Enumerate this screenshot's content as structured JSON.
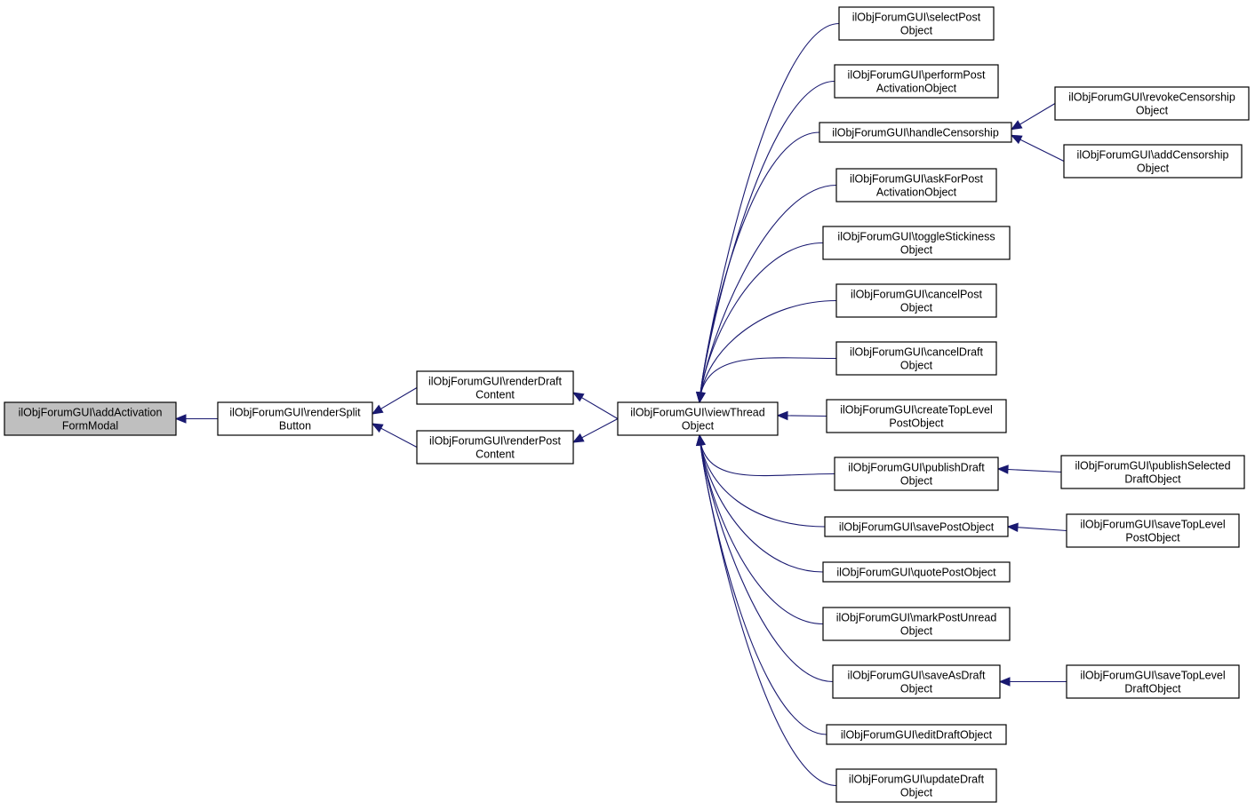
{
  "colors": {
    "edge": "#191970",
    "node_border": "#000000",
    "root_fill": "#bfbfbf",
    "node_fill": "#ffffff"
  },
  "nodes": [
    {
      "id": "addActivationFormModal",
      "lines": [
        "ilObjForumGUI\\addActivation",
        "FormModal"
      ],
      "root": true
    },
    {
      "id": "renderSplitButton",
      "lines": [
        "ilObjForumGUI\\renderSplit",
        "Button"
      ]
    },
    {
      "id": "renderDraftContent",
      "lines": [
        "ilObjForumGUI\\renderDraft",
        "Content"
      ]
    },
    {
      "id": "renderPostContent",
      "lines": [
        "ilObjForumGUI\\renderPost",
        "Content"
      ]
    },
    {
      "id": "viewThreadObject",
      "lines": [
        "ilObjForumGUI\\viewThread",
        "Object"
      ]
    },
    {
      "id": "selectPostObject",
      "lines": [
        "ilObjForumGUI\\selectPost",
        "Object"
      ]
    },
    {
      "id": "performPostActivationObject",
      "lines": [
        "ilObjForumGUI\\performPost",
        "ActivationObject"
      ]
    },
    {
      "id": "handleCensorship",
      "lines": [
        "ilObjForumGUI\\handleCensorship"
      ]
    },
    {
      "id": "askForPostActivationObject",
      "lines": [
        "ilObjForumGUI\\askForPost",
        "ActivationObject"
      ]
    },
    {
      "id": "toggleStickinessObject",
      "lines": [
        "ilObjForumGUI\\toggleStickiness",
        "Object"
      ]
    },
    {
      "id": "cancelPostObject",
      "lines": [
        "ilObjForumGUI\\cancelPost",
        "Object"
      ]
    },
    {
      "id": "cancelDraftObject",
      "lines": [
        "ilObjForumGUI\\cancelDraft",
        "Object"
      ]
    },
    {
      "id": "createTopLevelPostObject",
      "lines": [
        "ilObjForumGUI\\createTopLevel",
        "PostObject"
      ]
    },
    {
      "id": "publishDraftObject",
      "lines": [
        "ilObjForumGUI\\publishDraft",
        "Object"
      ]
    },
    {
      "id": "savePostObject",
      "lines": [
        "ilObjForumGUI\\savePostObject"
      ]
    },
    {
      "id": "quotePostObject",
      "lines": [
        "ilObjForumGUI\\quotePostObject"
      ]
    },
    {
      "id": "markPostUnreadObject",
      "lines": [
        "ilObjForumGUI\\markPostUnread",
        "Object"
      ]
    },
    {
      "id": "saveAsDraftObject",
      "lines": [
        "ilObjForumGUI\\saveAsDraft",
        "Object"
      ]
    },
    {
      "id": "editDraftObject",
      "lines": [
        "ilObjForumGUI\\editDraftObject"
      ]
    },
    {
      "id": "updateDraftObject",
      "lines": [
        "ilObjForumGUI\\updateDraft",
        "Object"
      ]
    },
    {
      "id": "revokeCensorshipObject",
      "lines": [
        "ilObjForumGUI\\revokeCensorship",
        "Object"
      ]
    },
    {
      "id": "addCensorshipObject",
      "lines": [
        "ilObjForumGUI\\addCensorship",
        "Object"
      ]
    },
    {
      "id": "publishSelectedDraftObject",
      "lines": [
        "ilObjForumGUI\\publishSelected",
        "DraftObject"
      ]
    },
    {
      "id": "saveTopLevelPostObject",
      "lines": [
        "ilObjForumGUI\\saveTopLevel",
        "PostObject"
      ]
    },
    {
      "id": "saveTopLevelDraftObject",
      "lines": [
        "ilObjForumGUI\\saveTopLevel",
        "DraftObject"
      ]
    }
  ],
  "edges": [
    {
      "from": "renderSplitButton",
      "to": "addActivationFormModal"
    },
    {
      "from": "renderDraftContent",
      "to": "renderSplitButton"
    },
    {
      "from": "renderPostContent",
      "to": "renderSplitButton"
    },
    {
      "from": "viewThreadObject",
      "to": "renderDraftContent"
    },
    {
      "from": "viewThreadObject",
      "to": "renderPostContent"
    },
    {
      "from": "selectPostObject",
      "to": "viewThreadObject"
    },
    {
      "from": "performPostActivationObject",
      "to": "viewThreadObject"
    },
    {
      "from": "handleCensorship",
      "to": "viewThreadObject"
    },
    {
      "from": "askForPostActivationObject",
      "to": "viewThreadObject"
    },
    {
      "from": "toggleStickinessObject",
      "to": "viewThreadObject"
    },
    {
      "from": "cancelPostObject",
      "to": "viewThreadObject"
    },
    {
      "from": "cancelDraftObject",
      "to": "viewThreadObject"
    },
    {
      "from": "createTopLevelPostObject",
      "to": "viewThreadObject"
    },
    {
      "from": "publishDraftObject",
      "to": "viewThreadObject"
    },
    {
      "from": "savePostObject",
      "to": "viewThreadObject"
    },
    {
      "from": "quotePostObject",
      "to": "viewThreadObject"
    },
    {
      "from": "markPostUnreadObject",
      "to": "viewThreadObject"
    },
    {
      "from": "saveAsDraftObject",
      "to": "viewThreadObject"
    },
    {
      "from": "editDraftObject",
      "to": "viewThreadObject"
    },
    {
      "from": "updateDraftObject",
      "to": "viewThreadObject"
    },
    {
      "from": "revokeCensorshipObject",
      "to": "handleCensorship"
    },
    {
      "from": "addCensorshipObject",
      "to": "handleCensorship"
    },
    {
      "from": "publishSelectedDraftObject",
      "to": "publishDraftObject"
    },
    {
      "from": "saveTopLevelPostObject",
      "to": "savePostObject"
    },
    {
      "from": "saveTopLevelDraftObject",
      "to": "saveAsDraftObject"
    }
  ]
}
